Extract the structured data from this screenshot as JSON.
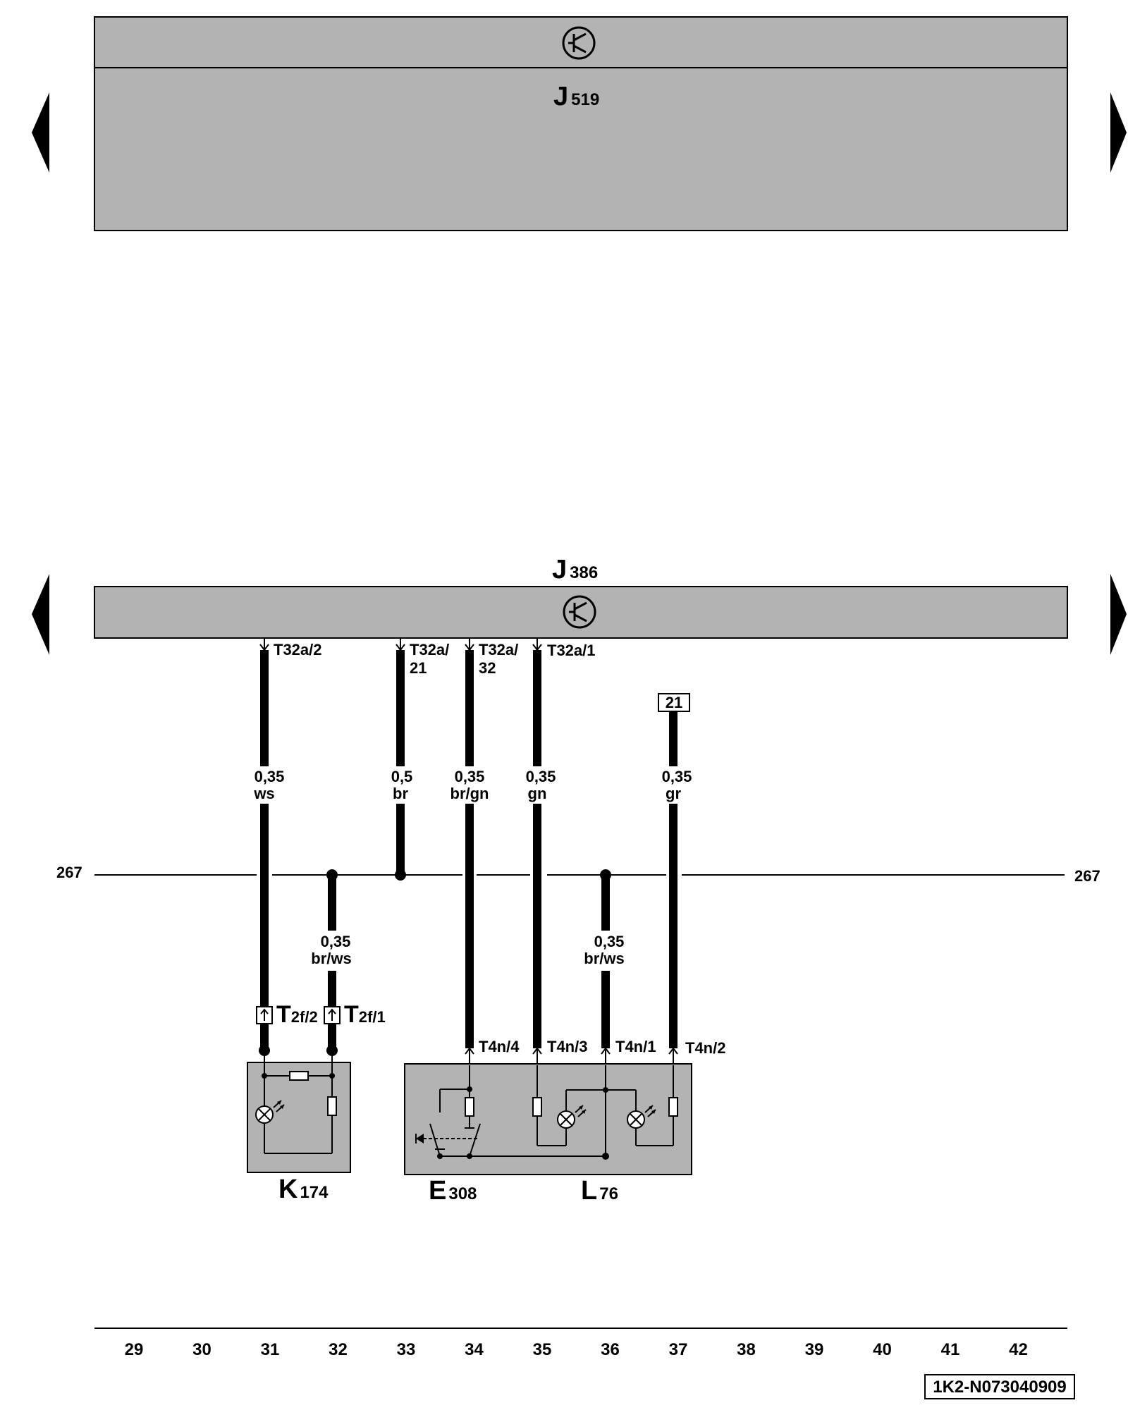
{
  "controllers": {
    "j519": {
      "letter": "J",
      "number": "519"
    },
    "j386": {
      "letter": "J",
      "number": "386"
    }
  },
  "ground_line": {
    "left_label": "267",
    "right_label": "267"
  },
  "pins": {
    "t32a_2": "T32a/2",
    "t32a_21_a": "T32a/",
    "t32a_21_b": "21",
    "t32a_32_a": "T32a/",
    "t32a_32_b": "32",
    "t32a_1": "T32a/1",
    "t4n_4": "T4n/4",
    "t4n_3": "T4n/3",
    "t4n_1": "T4n/1",
    "t4n_2": "T4n/2",
    "t2f_2_main": "T",
    "t2f_2_sub": "2f/2",
    "t2f_1_main": "T",
    "t2f_1_sub": "2f/1",
    "ref_box": "21"
  },
  "wires": [
    {
      "id": "w31",
      "size": "0,35",
      "color": "ws"
    },
    {
      "id": "w33",
      "size": "0,5",
      "color": "br"
    },
    {
      "id": "w34",
      "size": "0,35",
      "color": "br/gn"
    },
    {
      "id": "w35",
      "size": "0,35",
      "color": "gn"
    },
    {
      "id": "w37",
      "size": "0,35",
      "color": "gr"
    },
    {
      "id": "w32",
      "size": "0,35",
      "color": "br/ws"
    },
    {
      "id": "w36",
      "size": "0,35",
      "color": "br/ws"
    }
  ],
  "components": {
    "k174": {
      "letter": "K",
      "number": "174"
    },
    "e308": {
      "letter": "E",
      "number": "308"
    },
    "l76": {
      "letter": "L",
      "number": "76"
    }
  },
  "columns": [
    "29",
    "30",
    "31",
    "32",
    "33",
    "34",
    "35",
    "36",
    "37",
    "38",
    "39",
    "40",
    "41",
    "42"
  ],
  "diagram_id": "1K2-N073040909",
  "colors": {
    "module_fill": "#b3b3b3",
    "line": "#000000",
    "background": "#ffffff"
  },
  "icons": [
    "nav-left-icon",
    "nav-right-icon",
    "ecu-transistor-icon",
    "lamp-icon",
    "resistor-icon",
    "push-switch-icon",
    "connector-arrow-icon"
  ]
}
